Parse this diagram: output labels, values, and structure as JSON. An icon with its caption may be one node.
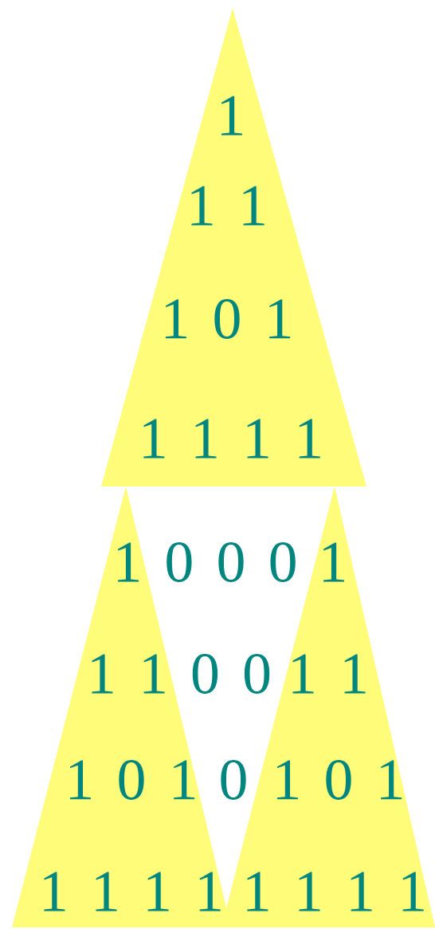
{
  "diagram": {
    "nodes": [
      {
        "text": [
          "1",
          "1 1",
          "1 0 1",
          "1 1 1 1"
        ]
      },
      {
        "text": [
          "1",
          "1 1",
          "1 0 1",
          "1 1 1 1"
        ]
      },
      {
        "text": [
          "1",
          "1 1",
          "1 0 1",
          "1 1 1 1"
        ]
      }
    ],
    "labels": [
      "0 0 0",
      "0 0",
      "0"
    ]
  }
}
